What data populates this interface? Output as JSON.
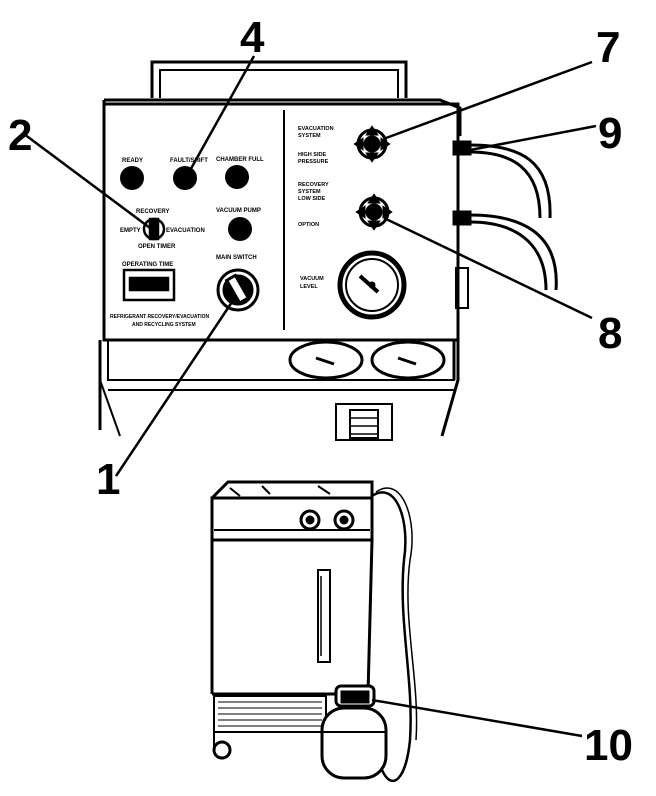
{
  "diagram": {
    "callouts": [
      {
        "id": "c1",
        "label": "1"
      },
      {
        "id": "c2",
        "label": "2"
      },
      {
        "id": "c4",
        "label": "4"
      },
      {
        "id": "c7",
        "label": "7"
      },
      {
        "id": "c8",
        "label": "8"
      },
      {
        "id": "c9",
        "label": "9"
      },
      {
        "id": "c10",
        "label": "10"
      }
    ],
    "panel_labels": {
      "ready": "READY",
      "fault": "FAULT/SHIFT",
      "chamber_full": "CHAMBER FULL",
      "vacuum_pump": "VACUUM PUMP",
      "main_switch": "MAIN SWITCH",
      "selector_top": "RECOVERY",
      "selector_left": "EMPTY",
      "selector_right": "EVACUATION",
      "selector_bottom": "OPEN TIMER",
      "counter": "OPERATING TIME",
      "warning_1": "REFRIGERANT RECOVERY/EVACUATION",
      "warning_2": "AND RECYCLING SYSTEM",
      "valve_7_1": "EVACUATION",
      "valve_7_2": "SYSTEM",
      "valve_7_3": "HIGH SIDE",
      "valve_7_4": "PRESSURE",
      "valve_8_1": "RECOVERY",
      "valve_8_2": "SYSTEM",
      "valve_8_3": "LOW SIDE",
      "valve_8_4": "OPTION",
      "gauge_1": "VACUUM",
      "gauge_2": "LEVEL"
    }
  }
}
